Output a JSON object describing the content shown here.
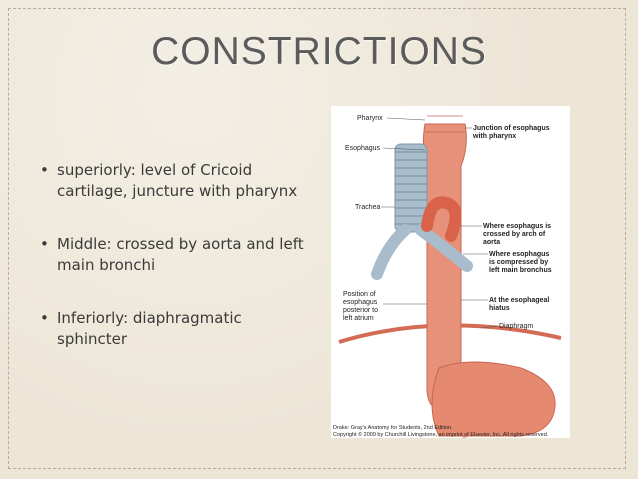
{
  "slide": {
    "title": "CONSTRICTIONS",
    "bullets": [
      {
        "marker": "•",
        "text": "superiorly: level of Cricoid cartilage, juncture with pharynx"
      },
      {
        "marker": "•",
        "text": "Middle: crossed by aorta and left main bronchi"
      },
      {
        "marker": "•",
        "text": "Inferiorly:  diaphragmatic sphincter"
      }
    ]
  },
  "figure": {
    "labels_left": {
      "pharynx": "Pharynx",
      "esophagus": "Esophagus",
      "trachea": "Trachea",
      "position_1": "Position of",
      "position_2": "esophagus",
      "position_3": "posterior to",
      "position_4": "left atrium"
    },
    "labels_right": {
      "junction_1": "Junction of esophagus",
      "junction_2": "with pharynx",
      "arch_1": "Where esophagus is",
      "arch_2": "crossed by arch of",
      "arch_3": "aorta",
      "bronchus_1": "Where esophagus",
      "bronchus_2": "is compressed by",
      "bronchus_3": "left main bronchus",
      "hiatus_1": "At the esophageal",
      "hiatus_2": "hiatus",
      "diaphragm": "Diaphragm"
    },
    "credit_1": "Drake: Gray's Anatomy for Students, 2nd Edition.",
    "credit_2": "Copyright © 2009 by Churchill Livingstone, an imprint of Elsevier, Inc. All rights reserved."
  },
  "colors": {
    "background": "#ede6d7",
    "title": "#5b5b5b",
    "text": "#3a3a3a",
    "esophagus": "#e58a70",
    "trachea": "#a8bccb",
    "aorta": "#d9624a"
  }
}
